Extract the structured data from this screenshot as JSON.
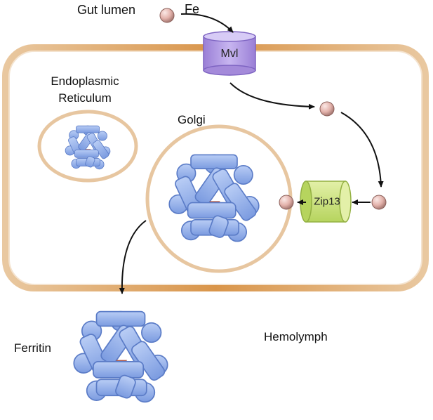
{
  "labels": {
    "gut_lumen": "Gut lumen",
    "fe": "Fe",
    "mvl": "Mvl",
    "endoplasmic": "Endoplasmic",
    "reticulum": "Reticulum",
    "golgi": "Golgi",
    "zip13": "Zip13",
    "ferritin": "Ferritin",
    "hemolymph": "Hemolymph"
  },
  "colors": {
    "membrane": "#d8a25c",
    "cell_fill": "#ffffff",
    "organelle_border": "#e8c9a3",
    "ferritin_blue": "#8aa9ea",
    "ferritin_stroke": "#5b7cc7",
    "ferritin_center": "#b05a4a",
    "mvl_purple": "#b39ce8",
    "zip13_green": "#c8e07a",
    "iron_ion": "#e6b7b0"
  }
}
